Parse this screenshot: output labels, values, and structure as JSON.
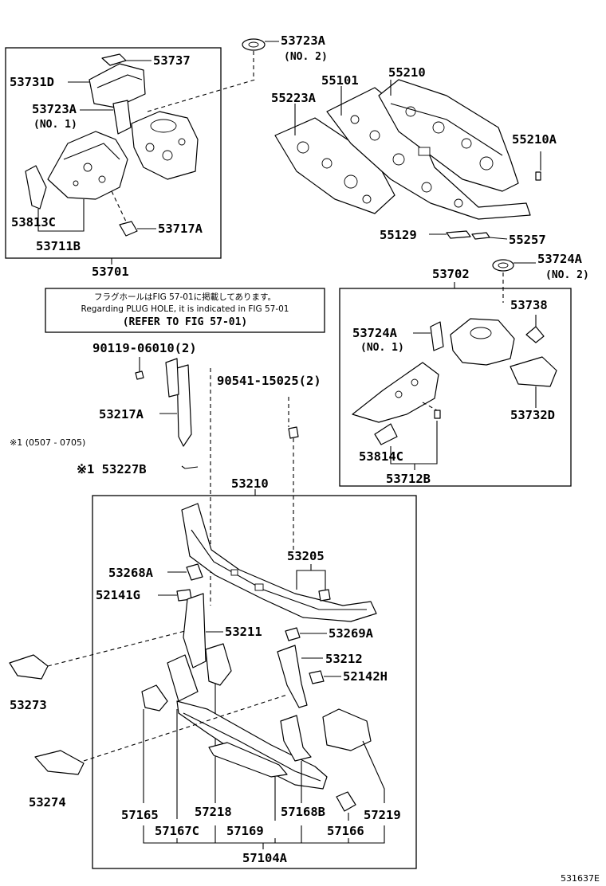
{
  "note": {
    "jp": "フラグホールはFIG 57-01に掲載してあります。",
    "en": "Regarding PLUG HOLE, it is indicated in FIG 57-01",
    "refer": "(REFER TO FIG 57-01)"
  },
  "labels": {
    "p53723a_top": "53723A",
    "p53723a_top_no": "(NO. 2)",
    "p53737": "53737",
    "p53731d": "53731D",
    "p53723a_left": "53723A",
    "p53723a_left_no": "(NO. 1)",
    "p53813c": "53813C",
    "p53717a": "53717A",
    "p53711b": "53711B",
    "p53701": "53701",
    "p55101": "55101",
    "p55210": "55210",
    "p55223a": "55223A",
    "p55210a": "55210A",
    "p55129": "55129",
    "p55257": "55257",
    "p53702": "53702",
    "p53724a_top": "53724A",
    "p53724a_top_no": "(NO. 2)",
    "p53738": "53738",
    "p53724a_left": "53724A",
    "p53724a_left_no": "(NO. 1)",
    "p53732d": "53732D",
    "p53814c": "53814C",
    "p53712b": "53712B",
    "p90119": "90119-06010(2)",
    "p90541": "90541-15025(2)",
    "p53217a": "53217A",
    "star_range": "※1 (0507 - 0705)",
    "p53227b": "※1 53227B",
    "p53210": "53210",
    "p53205": "53205",
    "p53268a": "53268A",
    "p52141g": "52141G",
    "p53211": "53211",
    "p53269a": "53269A",
    "p53212": "53212",
    "p52142h": "52142H",
    "p53273": "53273",
    "p53274": "53274",
    "p57165": "57165",
    "p57218": "57218",
    "p57168b": "57168B",
    "p57219": "57219",
    "p57167c": "57167C",
    "p57169": "57169",
    "p57166": "57166",
    "p57104a": "57104A",
    "figure_code": "531637E"
  }
}
